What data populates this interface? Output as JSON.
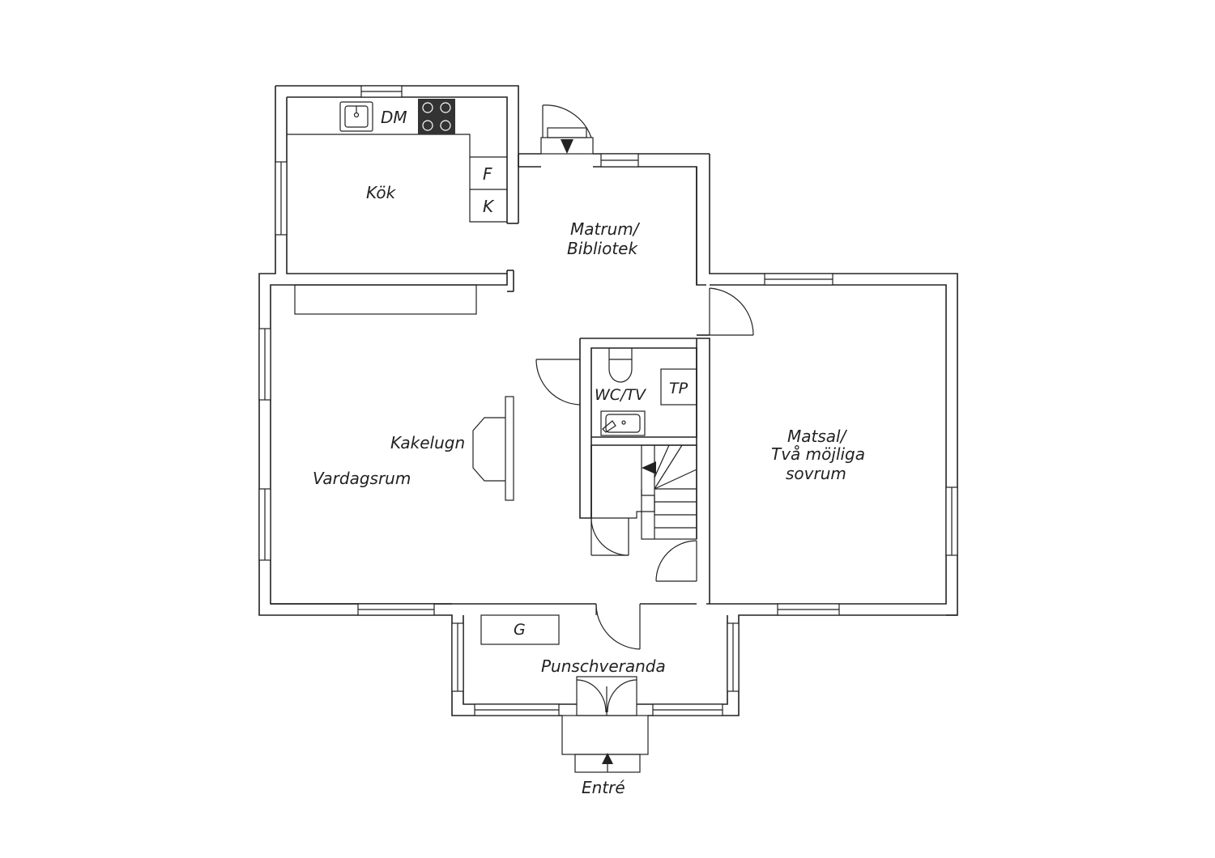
{
  "rooms": {
    "kok": "Kök",
    "matrum_1": "Matrum/",
    "matrum_2": "Bibliotek",
    "wc": "WC/TV",
    "tp": "TP",
    "kakelugn": "Kakelugn",
    "vardagsrum": "Vardagsrum",
    "matsal_1": "Matsal/",
    "matsal_2": "Två möjliga",
    "matsal_3": "sovrum",
    "veranda": "Punschveranda",
    "entre": "Entré"
  },
  "fixtures": {
    "dm": "DM",
    "fridge": "F",
    "freezer": "K",
    "g": "G"
  },
  "colors": {
    "line": "#222222",
    "hob": "#333333",
    "background": "#ffffff"
  }
}
